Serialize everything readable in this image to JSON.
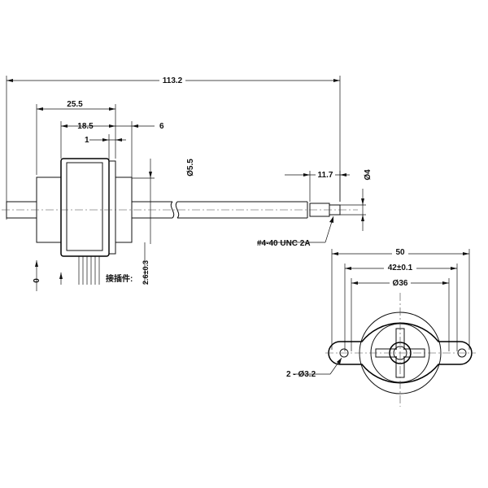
{
  "dimensions": {
    "overall_length": "113.2",
    "body_length": "25.5",
    "body_inner": "18.5",
    "small_step": "1",
    "shaft_offset": "6",
    "shaft_dia": "Ø5.5",
    "thread_length": "11.7",
    "tip_dia": "Ø4",
    "thread_spec": "#4-40 UNC 2A",
    "lead_a": "0",
    "lead_b": "2.6±0.3",
    "connector": "接插件:",
    "mount_width": "50",
    "hole_spacing": "42±0.1",
    "boss_dia": "Ø36",
    "mount_holes": "2 - Ø3.2"
  }
}
